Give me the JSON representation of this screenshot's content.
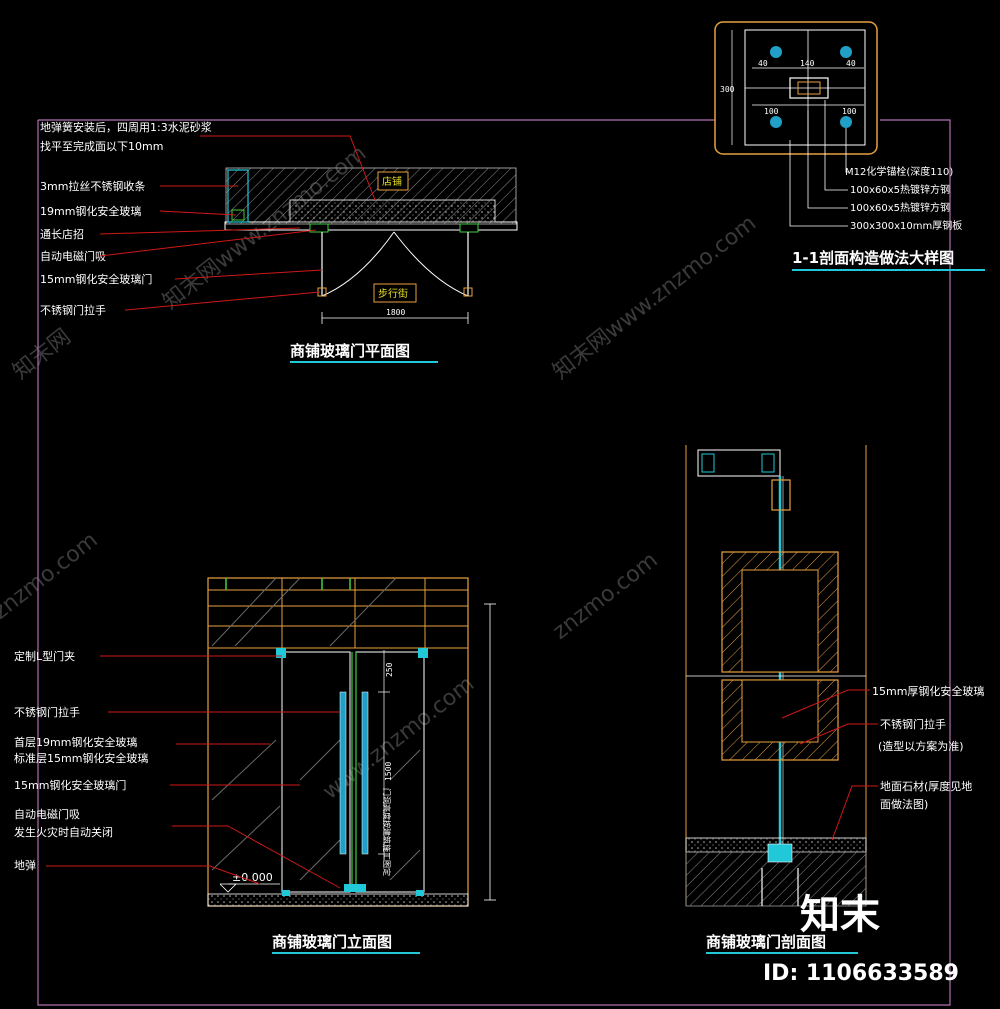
{
  "colors": {
    "frame": "#b06fb0",
    "orange": "#e8a040",
    "leader": "#d01818",
    "cyan": "#20c8d8",
    "green": "#40d040",
    "white": "#ffffff",
    "grey": "#9a9a9a",
    "yellow": "#e8e020"
  },
  "plan": {
    "title": "商铺玻璃门平面图",
    "labels": [
      "地弹簧安装后，四周用1:3水泥砂浆",
      "找平至完成面以下10mm",
      "3mm拉丝不锈钢收条",
      "19mm钢化安全玻璃",
      "通长店招",
      "自动电磁门吸",
      "15mm钢化安全玻璃门",
      "不锈钢门拉手"
    ],
    "shop_tag": "店铺",
    "walk_tag": "步行街",
    "dim_width": "1800"
  },
  "detail": {
    "title": "1-1剖面构造做法大样图",
    "labels": [
      "M12化学锚栓(深度110)",
      "100x60x5热镀锌方钢",
      "100x60x5热镀锌方钢",
      "300x300x10mm厚钢板"
    ],
    "dims": [
      "40",
      "140",
      "40",
      "100",
      "100",
      "300"
    ]
  },
  "elevation": {
    "title": "商铺玻璃门立面图",
    "labels": [
      "定制L型门夹",
      "不锈钢门拉手",
      "首层19mm钢化安全玻璃",
      "标准层15mm钢化安全玻璃",
      "15mm钢化安全玻璃门",
      "自动电磁门吸",
      "发生火灾时自动关闭",
      "地弹"
    ],
    "level": "±0.000",
    "dim_top": "250",
    "dim_mid": "1500",
    "dim_side": "门洞高度按建筑施工图定"
  },
  "section": {
    "title": "商铺玻璃门剖面图",
    "labels": [
      "15mm厚钢化安全玻璃",
      "不锈钢门拉手",
      "(造型以方案为准)",
      "地面石材(厚度见地",
      "面做法图)"
    ]
  },
  "watermarks": [
    "znzmo.com",
    "知末网www.znzmo.com",
    "知末网www.znzmo.com",
    "znzmo.com",
    "www.znzmo.com",
    "知末网"
  ],
  "brand": {
    "logo": "知末",
    "id_text": "ID: 1106633589"
  }
}
